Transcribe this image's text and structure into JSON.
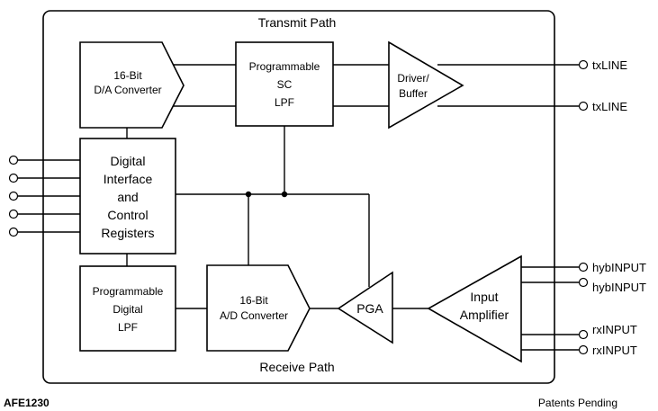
{
  "diagram": {
    "transmit_path": "Transmit Path",
    "receive_path": "Receive Path",
    "blocks": {
      "dac": [
        "16-Bit",
        "D/A Converter"
      ],
      "sc_lpf": [
        "Programmable",
        "SC",
        "LPF"
      ],
      "driver": [
        "Driver/",
        "Buffer"
      ],
      "digital_if": [
        "Digital",
        "Interface",
        "and",
        "Control",
        "Registers"
      ],
      "prog_lpf": [
        "Programmable",
        "Digital",
        "LPF"
      ],
      "adc": [
        "16-Bit",
        "A/D Converter"
      ],
      "pga": "PGA",
      "input_amp": [
        "Input",
        "Amplifier"
      ]
    },
    "pins": {
      "txline_1": "txLINE",
      "txline_2": "txLINE",
      "hyb_1": "hybINPUT",
      "hyb_2": "hybINPUT",
      "rx_1": "rxINPUT",
      "rx_2": "rxINPUT"
    },
    "part_number": "AFE1230",
    "footnote": "Patents Pending"
  }
}
